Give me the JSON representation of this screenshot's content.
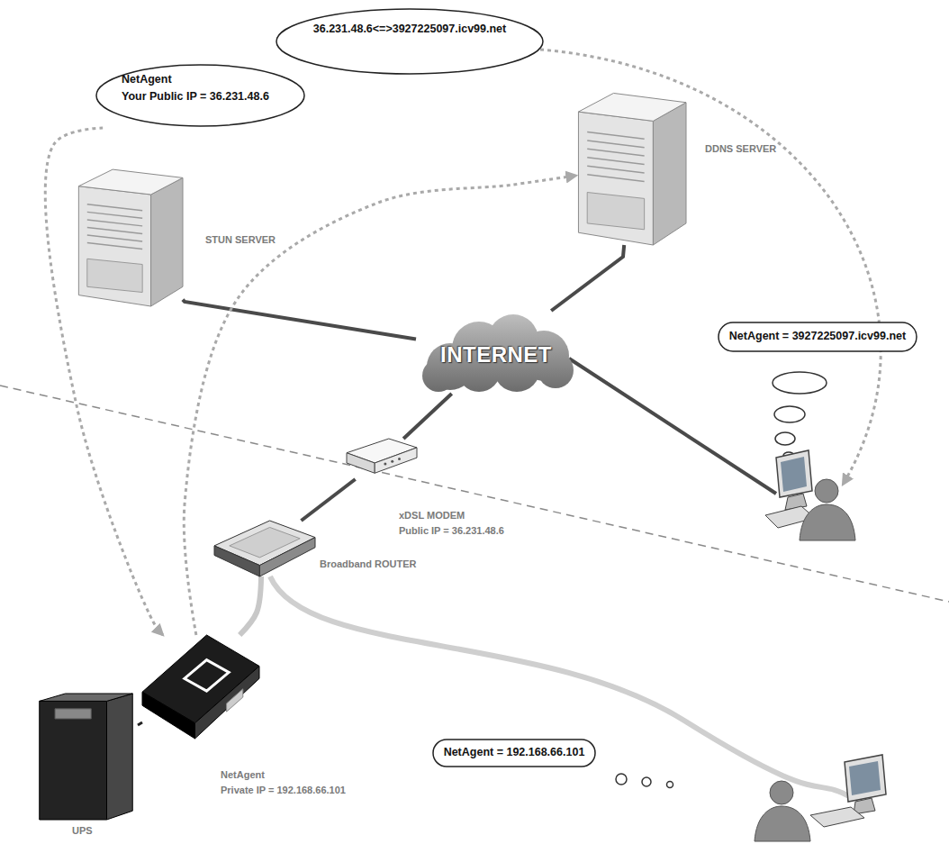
{
  "diagram": {
    "nodes": [
      {
        "text": [
          "36.231.48.6<=>3927225097.icv99.net"
        ]
      },
      {
        "text": [
          "NetAgent",
          "Your Public IP = 36.231.48.6"
        ]
      },
      {
        "text": [
          "DDNS SERVER"
        ]
      },
      {
        "text": [
          "STUN SERVER"
        ]
      },
      {
        "text": [
          "INTERNET"
        ]
      },
      {
        "text": [
          "NetAgent = 3927225097.icv99.net"
        ]
      },
      {
        "text": [
          "xDSL MODEM",
          "Public IP = 36.231.48.6"
        ]
      },
      {
        "text": [
          "Broadband ROUTER"
        ]
      },
      {
        "text": [
          "NetAgent",
          "Private IP = 192.168.66.101"
        ]
      },
      {
        "text": [
          "NetAgent = 192.168.66.101"
        ]
      },
      {
        "text": [
          "UPS"
        ]
      }
    ],
    "edges": [
      {
        "from": 2,
        "to": 4,
        "arrow": "none"
      },
      {
        "from": 3,
        "to": 4,
        "arrow": "none"
      },
      {
        "from": 4,
        "to": 6,
        "arrow": "none"
      },
      {
        "from": 6,
        "to": 7,
        "arrow": "none"
      },
      {
        "from": 7,
        "to": 8,
        "arrow": "none"
      },
      {
        "from": 10,
        "to": 8,
        "arrow": "none"
      },
      {
        "from": 1,
        "to": 8,
        "arrow": "to"
      },
      {
        "from": 8,
        "to": 2,
        "arrow": "to"
      }
    ]
  }
}
